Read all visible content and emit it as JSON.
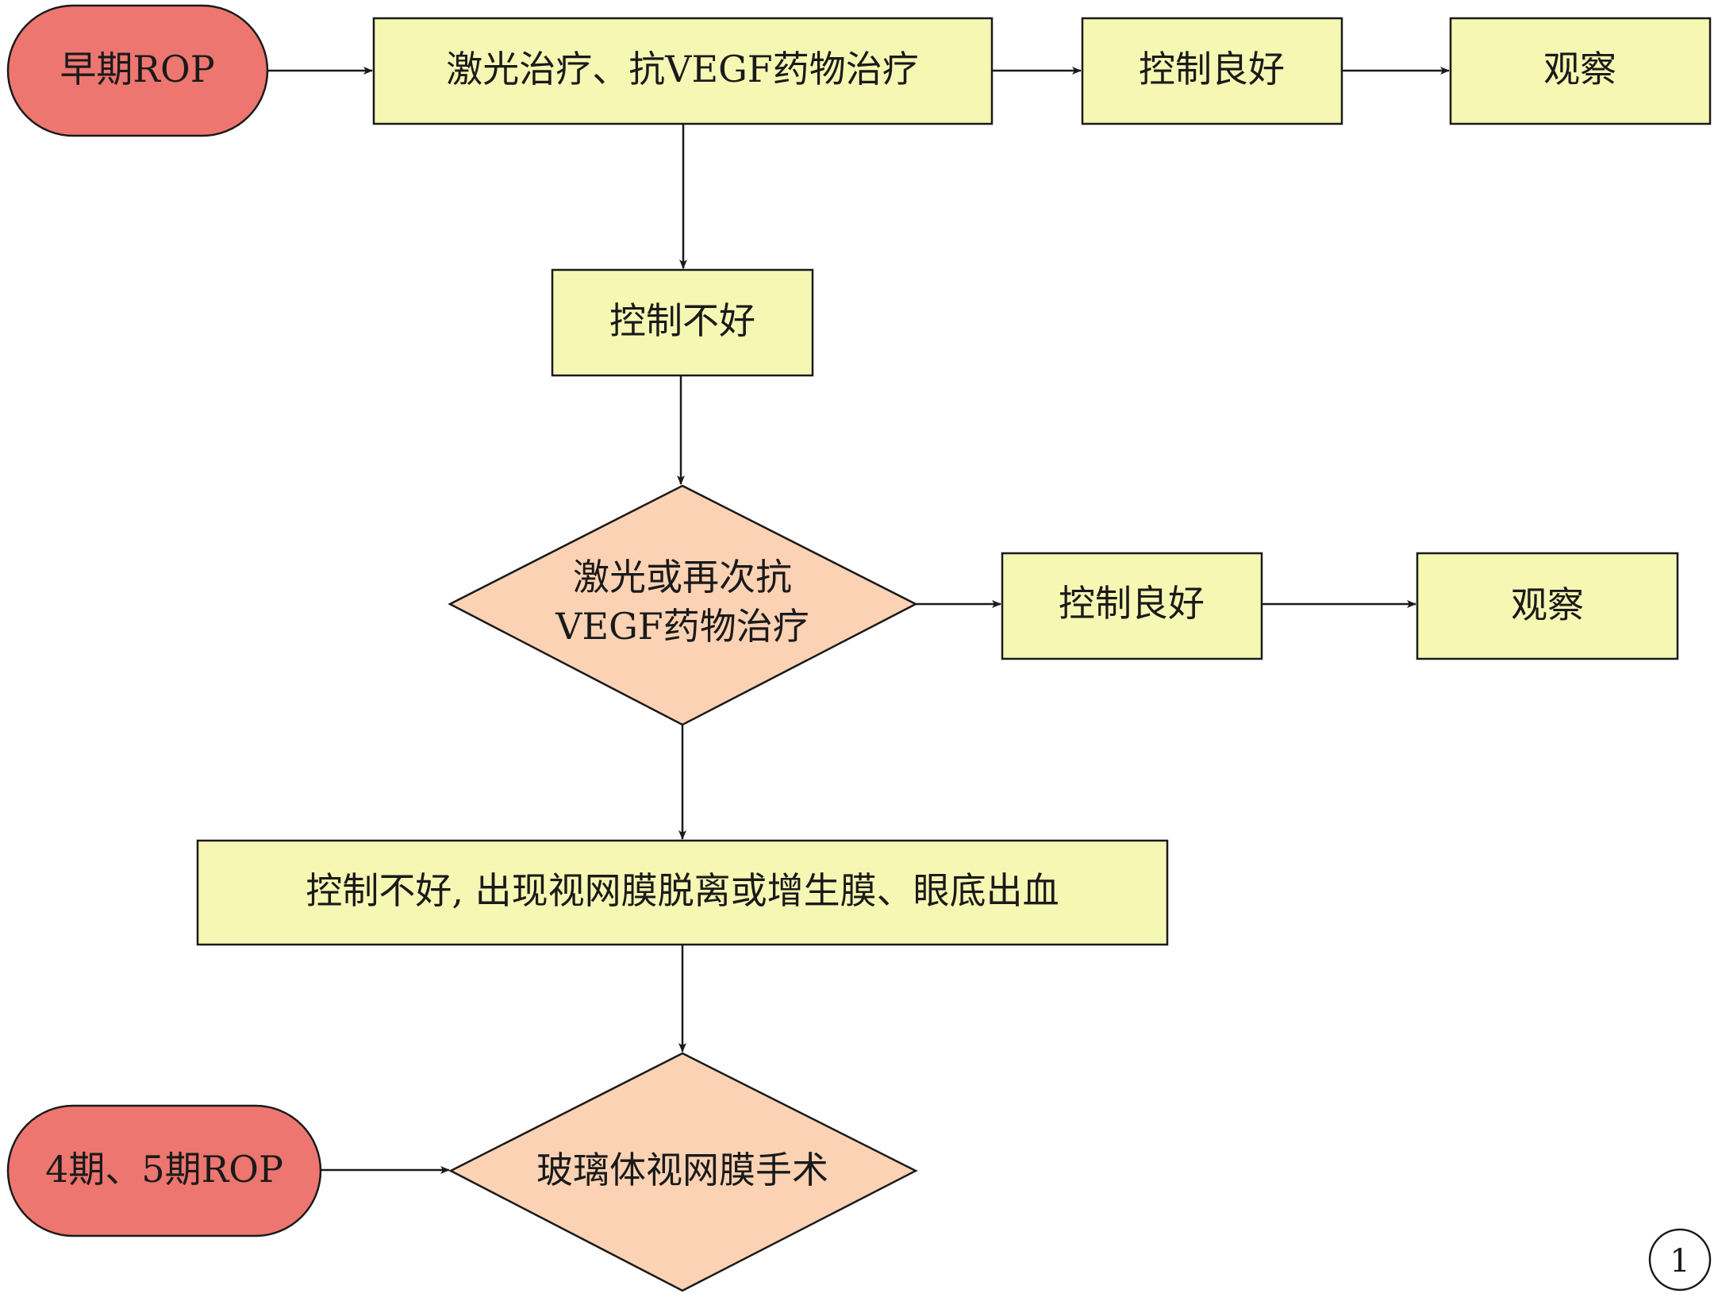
{
  "nodes": {
    "early_rop": {
      "label": "早期ROP"
    },
    "laser_anti_vegf": {
      "label": "激光治疗、抗VEGF药物治疗"
    },
    "controlled_good_1": {
      "label": "控制良好"
    },
    "observe_1": {
      "label": "观察"
    },
    "poor_control_1": {
      "label": "控制不好"
    },
    "laser_or_repeat": {
      "lines": [
        "激光或再次抗",
        "VEGF药物治疗"
      ]
    },
    "controlled_good_2": {
      "label": "控制良好"
    },
    "observe_2": {
      "label": "观察"
    },
    "poor_control_2": {
      "label": "控制不好, 出现视网膜脱离或增生膜、眼底出血"
    },
    "stage_4_5_rop": {
      "label": "4期、5期ROP"
    },
    "vitreoretinal_surgery": {
      "label": "玻璃体视网膜手术"
    }
  },
  "figure_number": "1",
  "colors": {
    "terminal": "#ee7670",
    "process": "#f5f7b3",
    "decision": "#fbd3b4",
    "stroke": "#1a1a1a"
  }
}
